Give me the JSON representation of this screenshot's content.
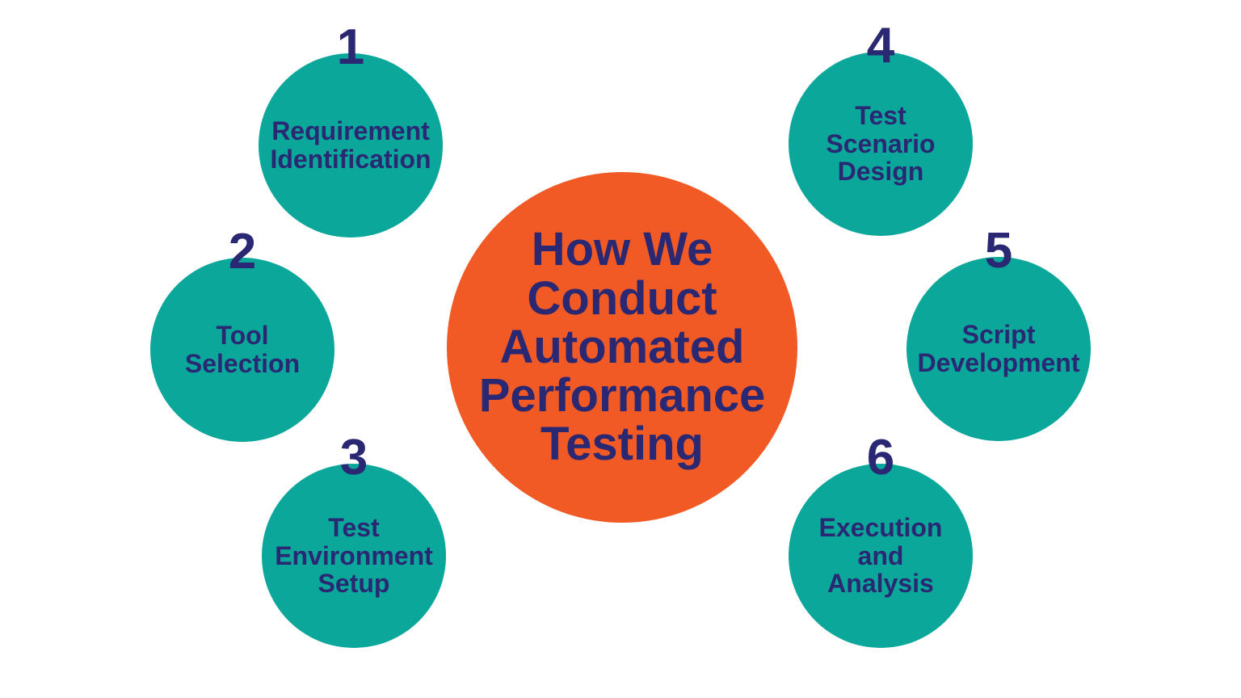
{
  "colors": {
    "bg": "#FFFFFF",
    "bubble": "#0AA79A",
    "center": "#F15A25",
    "ink": "#2A2873"
  },
  "center": {
    "title": "How We\nConduct\nAutomated\nPerformance\nTesting"
  },
  "steps": [
    {
      "number": "1",
      "label": "Requirement\nIdentification"
    },
    {
      "number": "2",
      "label": "Tool\nSelection"
    },
    {
      "number": "3",
      "label": "Test\nEnvironment\nSetup"
    },
    {
      "number": "4",
      "label": "Test\nScenario\nDesign"
    },
    {
      "number": "5",
      "label": "Script\nDevelopment"
    },
    {
      "number": "6",
      "label": "Execution\nand\nAnalysis"
    }
  ]
}
